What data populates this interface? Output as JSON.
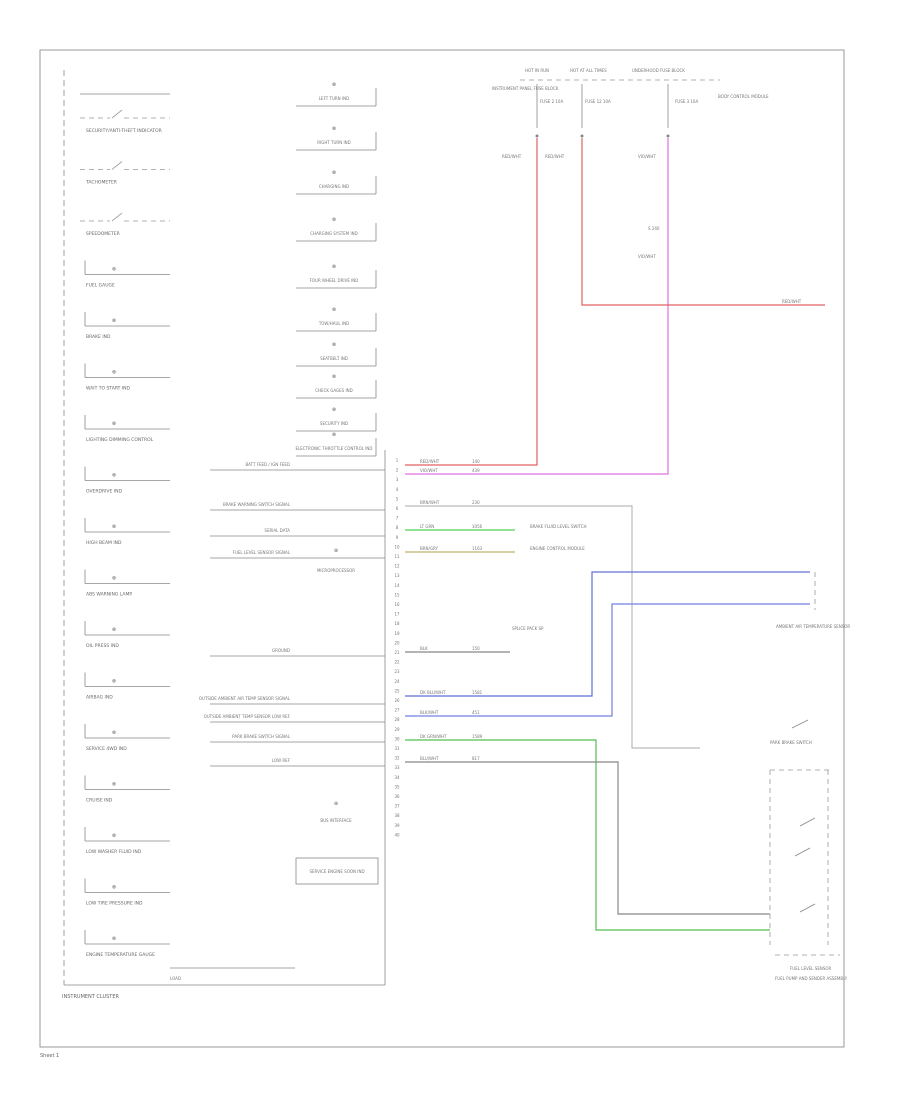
{
  "page": {
    "footer_label": "Sheet 1",
    "cluster_name": "INSTRUMENT CLUSTER",
    "cluster_bottom_label": "LOAD"
  },
  "cluster_items": [
    {
      "id": "anti-theft",
      "label": "SECURITY/ANTI-THEFT INDICATOR",
      "kind": "switch"
    },
    {
      "id": "tachometer",
      "label": "TACHOMETER",
      "kind": "switch"
    },
    {
      "id": "speedometer",
      "label": "SPEEDOMETER",
      "kind": "switch"
    },
    {
      "id": "fuel-gauge",
      "label": "FUEL GAUGE",
      "kind": "lamp"
    },
    {
      "id": "brake",
      "label": "BRAKE IND",
      "kind": "lamp"
    },
    {
      "id": "wait-to-start",
      "label": "WAIT TO START IND",
      "kind": "lamp"
    },
    {
      "id": "lighting-dimming",
      "label": "LIGHTING DIMMING CONTROL",
      "kind": "lamp"
    },
    {
      "id": "overdrive",
      "label": "OVERDRIVE IND",
      "kind": "lamp"
    },
    {
      "id": "high-beam",
      "label": "HIGH BEAM IND",
      "kind": "lamp"
    },
    {
      "id": "abs",
      "label": "ABS WARNING LAMP",
      "kind": "lamp"
    },
    {
      "id": "oil-pressure",
      "label": "OIL PRESS IND",
      "kind": "lamp"
    },
    {
      "id": "airbag",
      "label": "AIRBAG IND",
      "kind": "lamp"
    },
    {
      "id": "service-4wd",
      "label": "SERVICE 4WD IND",
      "kind": "lamp"
    },
    {
      "id": "cruise",
      "label": "CRUISE IND",
      "kind": "lamp"
    },
    {
      "id": "low-washer",
      "label": "LOW WASHER FLUID IND",
      "kind": "lamp"
    },
    {
      "id": "low-tire",
      "label": "LOW TIRE PRESSURE IND",
      "kind": "lamp"
    },
    {
      "id": "engine-temp",
      "label": "ENGINE TEMPERATURE GAUGE",
      "kind": "lamp"
    }
  ],
  "middle_items": [
    {
      "label": "LEFT TURN IND"
    },
    {
      "label": "RIGHT TURN IND"
    },
    {
      "label": "CHARGING IND"
    },
    {
      "label": "CHARGING SYSTEM IND"
    },
    {
      "label": "FOUR WHEEL DRIVE IND"
    },
    {
      "label": "TOW/HAUL IND"
    },
    {
      "label": "SEATBELT IND"
    },
    {
      "label": "CHECK GAGES IND"
    },
    {
      "label": "SECURITY IND"
    },
    {
      "label": "ELECTRONIC THROTTLE CONTROL IND"
    }
  ],
  "middle_center": {
    "ic_label": "MICROPROCESSOR",
    "ic2_label": "BUS INTERFACE",
    "bottom_box": "SERVICE ENGINE SOON IND"
  },
  "top_components": [
    {
      "label": "INSTRUMENT PANEL FUSE BLOCK"
    },
    {
      "label": "HOT IN RUN"
    },
    {
      "label": "HOT AT ALL TIMES"
    },
    {
      "label": "UNDERHOOD FUSE BLOCK"
    },
    {
      "label": "FUSE 2 10A"
    },
    {
      "label": "FUSE 12 10A"
    },
    {
      "label": "FUSE 3 10A"
    },
    {
      "label": "BODY CONTROL MODULE"
    }
  ],
  "wires": [
    {
      "id": "w1",
      "color_name": "RED/WHT",
      "color": "#e06060",
      "circuit": "140"
    },
    {
      "id": "w2",
      "color_name": "VIO/WHT",
      "color": "#e070e0",
      "circuit": "439"
    },
    {
      "id": "w3",
      "color_name": "BRN/WHT",
      "color": "#bbbbbb",
      "circuit": "230"
    },
    {
      "id": "w4",
      "color_name": "LT GRN",
      "color": "#50d050",
      "circuit": "1056"
    },
    {
      "id": "w5",
      "color_name": "BRN/GRY",
      "color": "#c0b070",
      "circuit": "1163"
    },
    {
      "id": "w6",
      "color_name": "BLK",
      "color": "#888888",
      "circuit": "150"
    },
    {
      "id": "w7",
      "color_name": "DK BLU/WHT",
      "color": "#6070d0",
      "circuit": "1581"
    },
    {
      "id": "w8",
      "color_name": "BLK/WHT",
      "color": "#7080e0",
      "circuit": "451"
    },
    {
      "id": "w9",
      "color_name": "DK GRN/WHT",
      "color": "#50c050",
      "circuit": "1589"
    },
    {
      "id": "w10",
      "color_name": "BLU/WHT",
      "color": "#888888",
      "circuit": "817"
    }
  ],
  "pin_labels": [
    "BATT FEED / IGN FEED",
    "BRAKE WARNING SWITCH SIGNAL",
    "SERIAL DATA",
    "FUEL LEVEL SENSOR SIGNAL",
    "GROUND",
    "OUTSIDE AMBIENT AIR TEMP SENSOR SIGNAL",
    "OUTSIDE AMBIENT TEMP SENSOR LOW REF",
    "PARK BRAKE SWITCH SIGNAL",
    "LOW REF"
  ],
  "right_components": [
    {
      "label": "BRAKE FLUID LEVEL SWITCH"
    },
    {
      "label": "ENGINE CONTROL MODULE"
    },
    {
      "label": "SPLICE PACK SP"
    },
    {
      "label": "AMBIENT AIR TEMPERATURE SENSOR"
    },
    {
      "label": "PARK BRAKE SWITCH"
    },
    {
      "label": "FUEL LEVEL SENSOR"
    },
    {
      "label": "FUEL PUMP AND SENDER ASSEMBLY"
    }
  ]
}
